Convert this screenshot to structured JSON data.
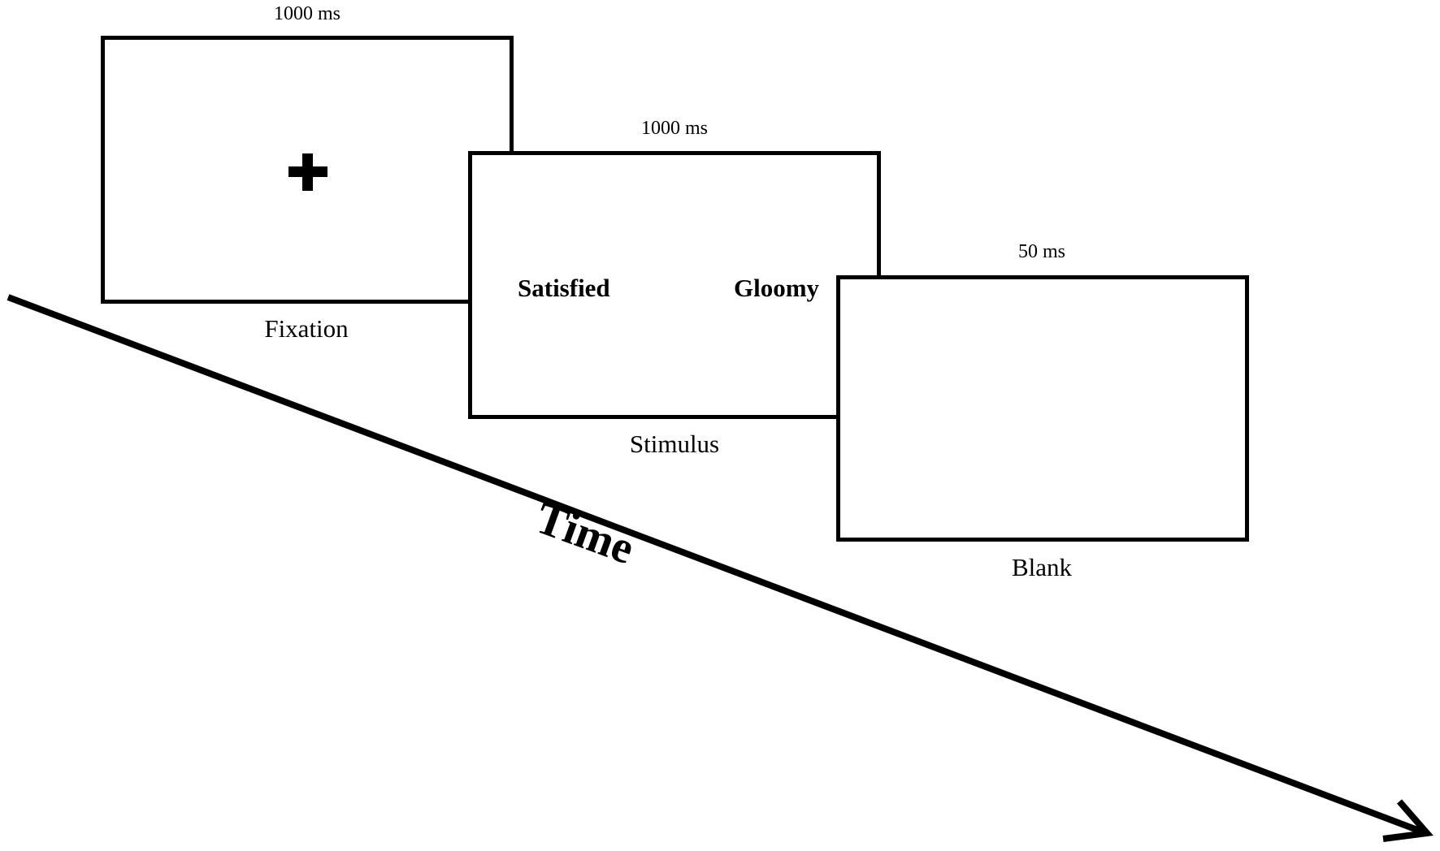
{
  "timeline": {
    "label": "Time"
  },
  "screens": [
    {
      "duration": "1000 ms",
      "caption": "Fixation",
      "content": "fixation-cross"
    },
    {
      "duration": "1000 ms",
      "caption": "Stimulus",
      "left_word": "Satisfied",
      "right_word": "Gloomy"
    },
    {
      "duration": "50 ms",
      "caption": "Blank"
    }
  ]
}
